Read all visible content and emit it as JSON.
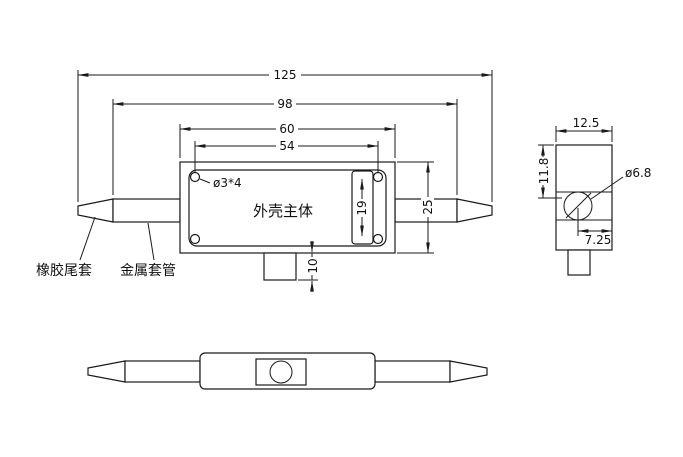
{
  "colors": {
    "line": "#1a1a1a",
    "background": "#ffffff"
  },
  "main_view": {
    "dim_overall_length": "125",
    "dim_sleeve_span": "98",
    "dim_body_length": "60",
    "dim_hole_spacing": "54",
    "dim_body_height": "25",
    "dim_slot_length": "19",
    "dim_boss_height": "10",
    "hole_callout": "ø3*4",
    "body_label": "外壳主体",
    "rubber_boot_label": "橡胶尾套",
    "metal_sleeve_label": "金属套管"
  },
  "side_view": {
    "dim_width": "12.5",
    "dim_top_to_hole": "11.8",
    "dim_hole_offset": "7.25",
    "hole_callout": "ø6.8"
  }
}
